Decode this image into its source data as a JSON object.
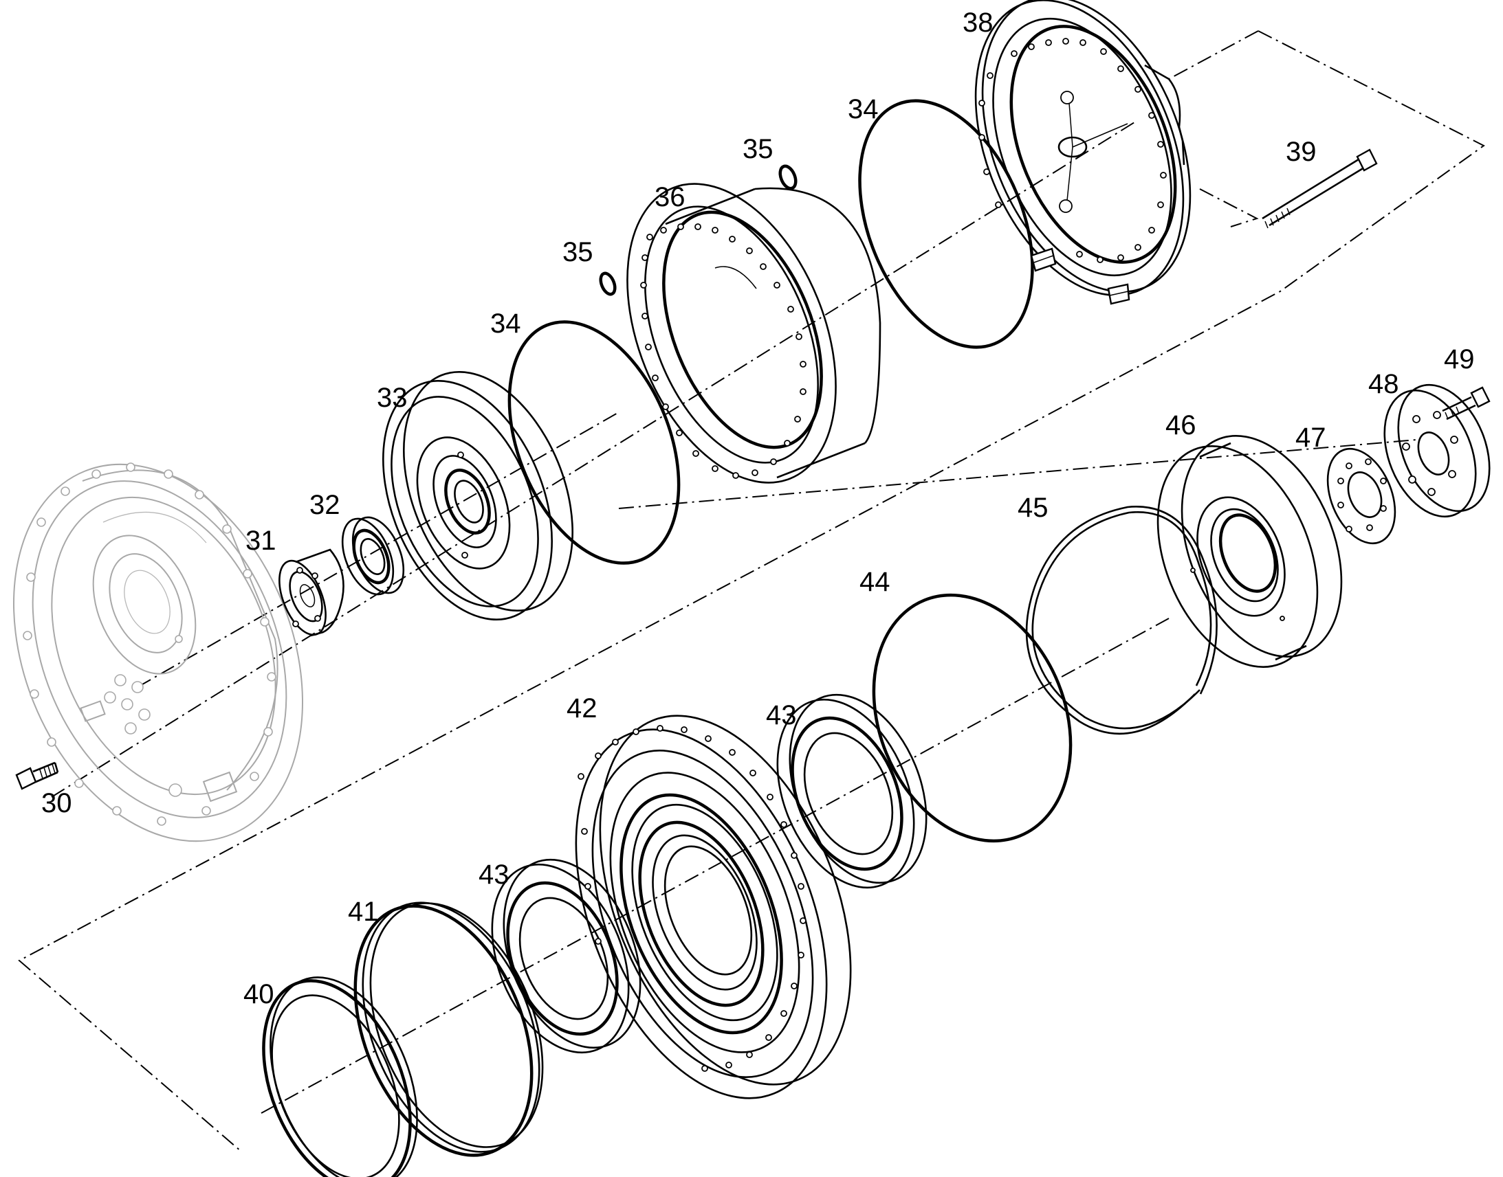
{
  "diagram": {
    "type": "exploded-parts-drawing",
    "part_numbers": [
      "30",
      "31",
      "32",
      "33",
      "34",
      "34",
      "35",
      "35",
      "36",
      "38",
      "39",
      "40",
      "41",
      "42",
      "43",
      "43",
      "44",
      "45",
      "46",
      "47",
      "48",
      "49"
    ]
  }
}
